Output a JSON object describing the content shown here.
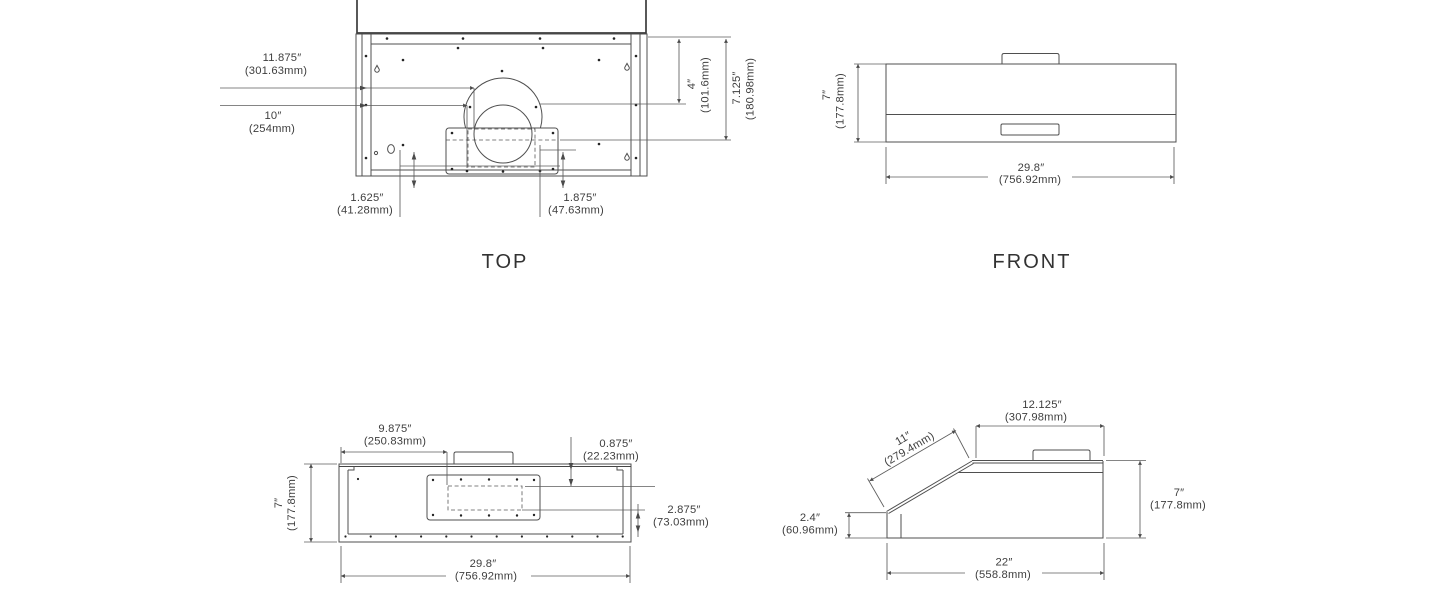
{
  "page": {
    "background": "#ffffff"
  },
  "drawing": {
    "line_color": "#4f4f4f",
    "dimension_color": "#5d5d5d",
    "text_color": "#3e3e3e"
  },
  "views": {
    "top": {
      "label": "TOP",
      "dims": {
        "duct_from_left": {
          "in": "11.875″",
          "mm": "(301.63mm)"
        },
        "plate_from_left": {
          "in": "10″",
          "mm": "(254mm)"
        },
        "duct_from_top": {
          "in": "4″",
          "mm": "(101.6mm)"
        },
        "plate_from_top": {
          "in": "7.125″",
          "mm": "(180.98mm)"
        },
        "plate_inset_left": {
          "in": "1.625″",
          "mm": "(41.28mm)"
        },
        "plate_inset_right": {
          "in": "1.875″",
          "mm": "(47.63mm)"
        }
      }
    },
    "front": {
      "label": "FRONT",
      "dims": {
        "height": {
          "in": "7″",
          "mm": "(177.8mm)"
        },
        "width": {
          "in": "29.8″",
          "mm": "(756.92mm)"
        }
      }
    },
    "bottom": {
      "dims": {
        "cutout_from_left": {
          "in": "9.875″",
          "mm": "(250.83mm)"
        },
        "cutout_inset_top": {
          "in": "0.875″",
          "mm": "(22.23mm)"
        },
        "depth": {
          "in": "7″",
          "mm": "(177.8mm)"
        },
        "cutout_inset_bottom": {
          "in": "2.875″",
          "mm": "(73.03mm)"
        },
        "width": {
          "in": "29.8″",
          "mm": "(756.92mm)"
        }
      }
    },
    "side": {
      "dims": {
        "top_depth": {
          "in": "12.125″",
          "mm": "(307.98mm)"
        },
        "slant_length": {
          "in": "11″",
          "mm": "(279.4mm)"
        },
        "front_height": {
          "in": "2.4″",
          "mm": "(60.96mm)"
        },
        "back_height": {
          "in": "7″",
          "mm": "(177.8mm)"
        },
        "bottom_depth": {
          "in": "22″",
          "mm": "(558.8mm)"
        }
      }
    }
  }
}
